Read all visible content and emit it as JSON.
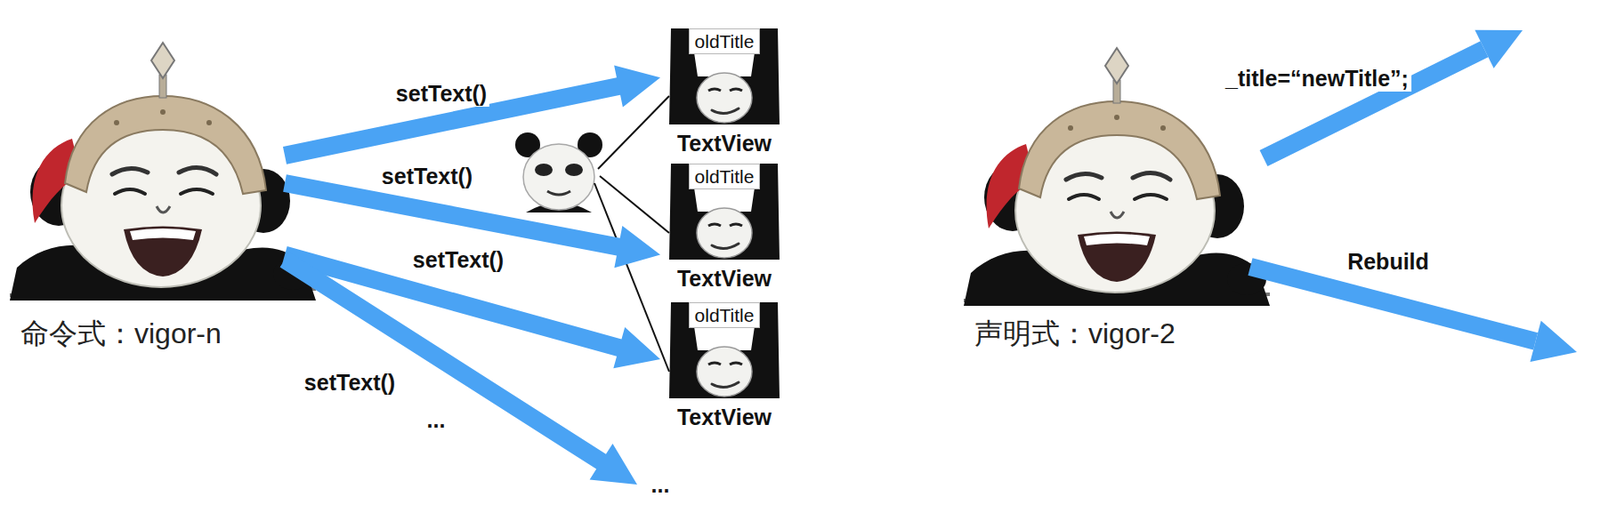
{
  "diagram": {
    "nodes": [
      {
        "text": [
          "命令式：vigor-n"
        ]
      },
      {
        "text": [
          "oldTitle",
          "TextView"
        ]
      },
      {
        "text": [
          "oldTitle",
          "TextView"
        ]
      },
      {
        "text": [
          "oldTitle",
          "TextView"
        ]
      },
      {
        "text": [
          "..."
        ]
      },
      {
        "text": [
          "声明式：vigor-2"
        ]
      }
    ],
    "edges": [
      {
        "from": 0,
        "to": 1,
        "arrow": "to",
        "label": "setText()"
      },
      {
        "from": 0,
        "to": 2,
        "arrow": "to",
        "label": "setText()"
      },
      {
        "from": 0,
        "to": 3,
        "arrow": "to",
        "label": "setText()"
      },
      {
        "from": 0,
        "to": 4,
        "arrow": "to",
        "label": "setText()"
      }
    ],
    "labels": [
      "...",
      "_title=“newTitle”;",
      "Rebuild"
    ]
  }
}
